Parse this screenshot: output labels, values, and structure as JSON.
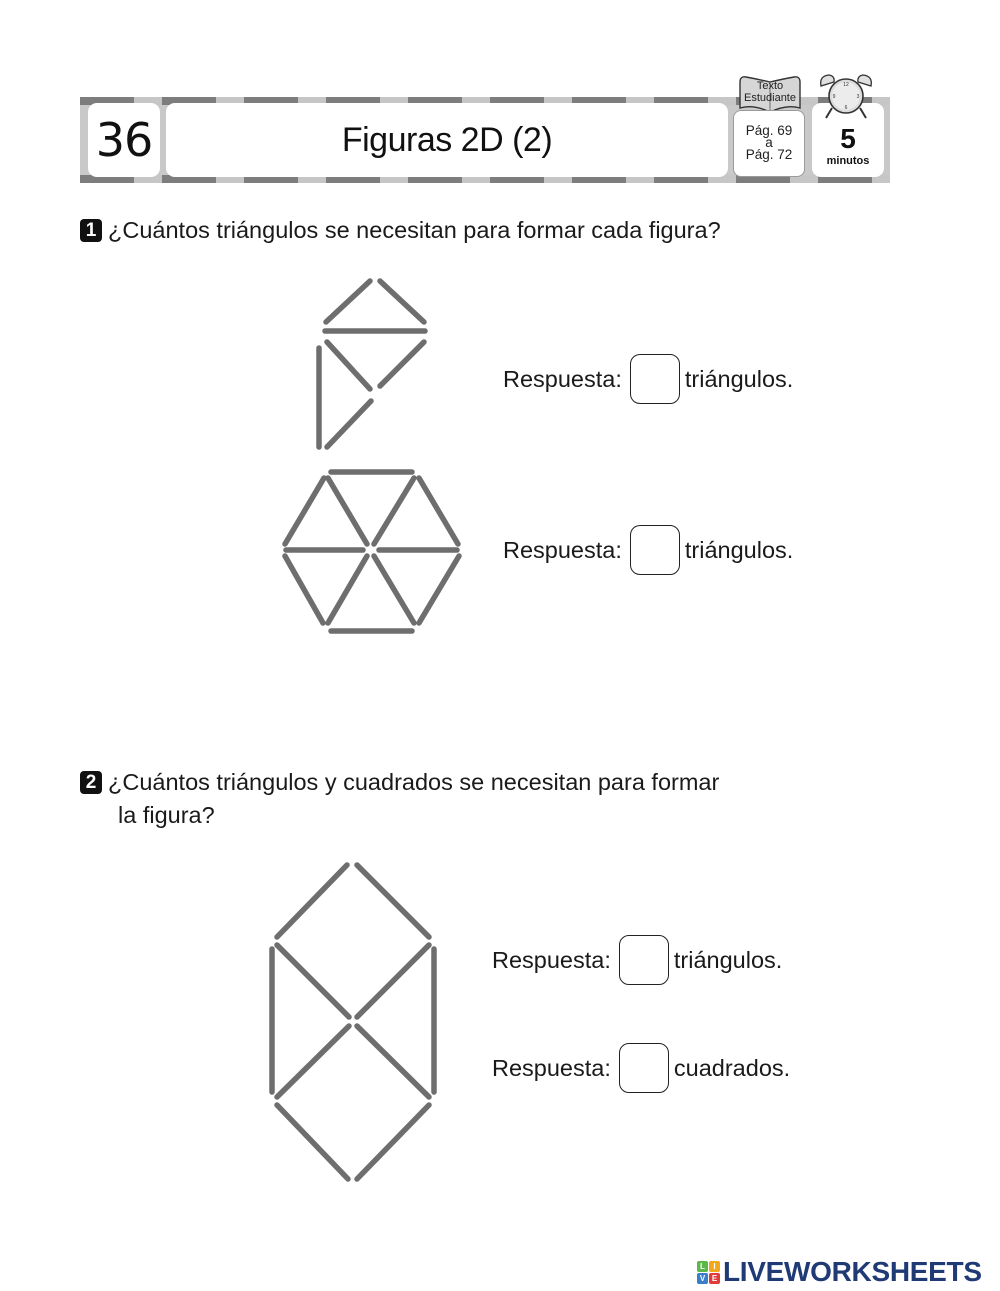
{
  "header": {
    "lesson_number": "36",
    "title": "Figuras 2D (2)",
    "book_label_line1": "Texto",
    "book_label_line2": "Estudiante",
    "pages_from": "Pág. 69",
    "pages_sep": "a",
    "pages_to": "Pág. 72",
    "time_value": "5",
    "time_unit": "minutos",
    "icons": [
      "book-icon",
      "alarm-clock-icon"
    ]
  },
  "questions": [
    {
      "number": "1",
      "text": "¿Cuántos triángulos se necesitan para formar cada figura?",
      "answers": [
        {
          "label": "Respuesta:",
          "value": "",
          "unit": "triángulos."
        },
        {
          "label": "Respuesta:",
          "value": "",
          "unit": "triángulos."
        }
      ]
    },
    {
      "number": "2",
      "text_line1": "¿Cuántos triángulos y cuadrados se necesitan para formar",
      "text_line2": "la figura?",
      "answers": [
        {
          "label": "Respuesta:",
          "value": "",
          "unit": "triángulos."
        },
        {
          "label": "Respuesta:",
          "value": "",
          "unit": "cuadrados."
        }
      ]
    }
  ],
  "footer": {
    "logo_letters": [
      "L",
      "I",
      "V",
      "E"
    ],
    "logo_colors": [
      "#5cb848",
      "#f2a81d",
      "#3a7dc9",
      "#e23b3b"
    ],
    "logo_text": "LIVEWORKSHEETS",
    "logo_text_color": "#1f3a74"
  },
  "colors": {
    "stick": "#6e6e6e",
    "banner_dark": "#7d7d7d",
    "banner_light": "#c6c6c6"
  }
}
